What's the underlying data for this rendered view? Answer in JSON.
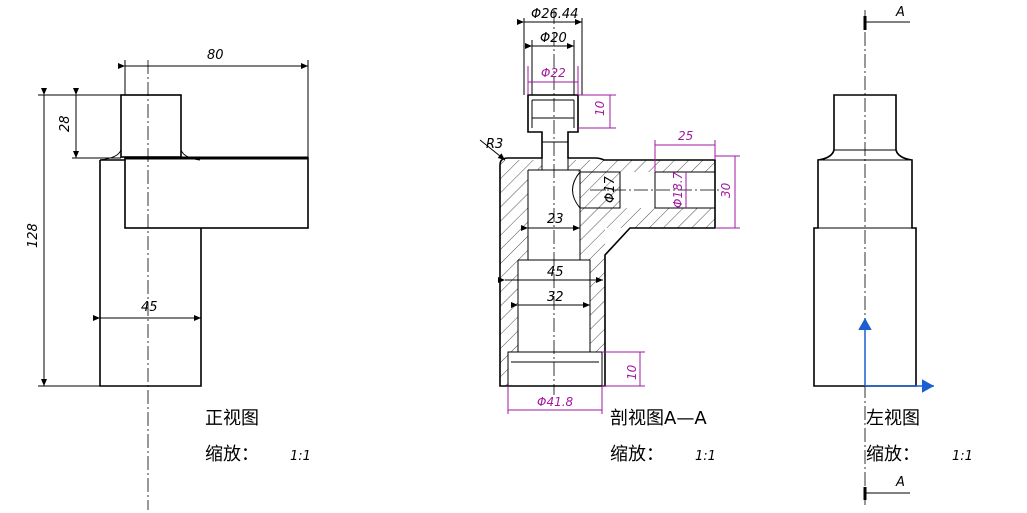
{
  "views": {
    "front": {
      "title": "正视图",
      "scale_label": "缩放：",
      "scale_value": "1:1",
      "dims": {
        "width_top": "80",
        "height_top": "28",
        "height_total": "128",
        "width_bottom": "45"
      }
    },
    "section": {
      "title": "剖视图A—A",
      "scale_label": "缩放：",
      "scale_value": "1:1",
      "dims": {
        "d_outer": "Φ26.44",
        "d_20": "Φ20",
        "d_22": "Φ22",
        "h_10_top": "10",
        "radius": "R3",
        "len_25": "25",
        "d_17": "Φ17",
        "d_18_7": "Φ18.7",
        "h_30": "30",
        "w_23": "23",
        "w_45": "45",
        "w_32": "32",
        "h_10_bottom": "10",
        "d_41_8": "Φ41.8"
      }
    },
    "left": {
      "title": "左视图",
      "scale_label": "缩放：",
      "scale_value": "1:1",
      "section_marker": "A"
    }
  },
  "colors": {
    "line": "#000000",
    "dimension_accent": "#a01aa0",
    "axis": "#1a5fd0"
  }
}
